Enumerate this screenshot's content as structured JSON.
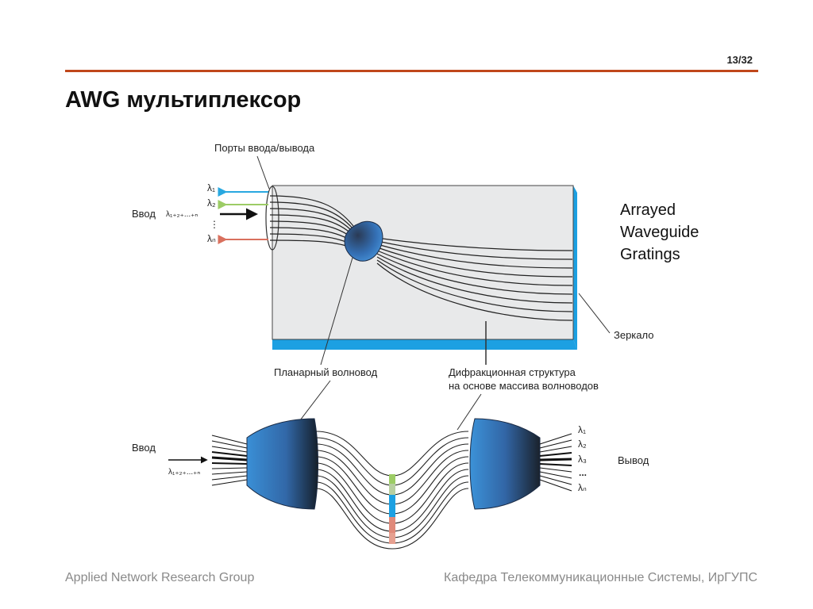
{
  "slide": {
    "page_number": "13/32",
    "title": "AWG мультиплексор",
    "note_lines": [
      "Arrayed",
      "Waveguide",
      "Gratings"
    ],
    "footer_left": "Applied Network Research Group",
    "footer_right": "Кафедра Телекоммуникационные Системы, ИрГУПС"
  },
  "diagram": {
    "labels": {
      "ports": "Порты ввода/вывода",
      "input": "Ввод",
      "input_bottom": "Ввод",
      "output": "Вывод",
      "mirror": "Зеркало",
      "planar": "Планарный волновод",
      "grating_line1": "Дифракционная структура",
      "grating_line2": "на основе массива волноводов"
    },
    "lambda_top": {
      "l1": "λ₁",
      "l2": "λ₂",
      "ln": "λₙ",
      "sum": "λ₁₊₂₊...₊ₙ"
    },
    "lambda_bottom": {
      "sum": "λ₁₊₂₊...₊ₙ",
      "l1": "λ₁",
      "l2": "λ₂",
      "l3": "λ₃",
      "dots": "...",
      "ln": "λₙ"
    },
    "colors": {
      "l1": "#29a8e0",
      "l2": "#9ccc65",
      "ln": "#d9705e",
      "mirror": "#1ca0e2",
      "chip": "#e8e9ea",
      "accent": "#c0471b"
    }
  }
}
